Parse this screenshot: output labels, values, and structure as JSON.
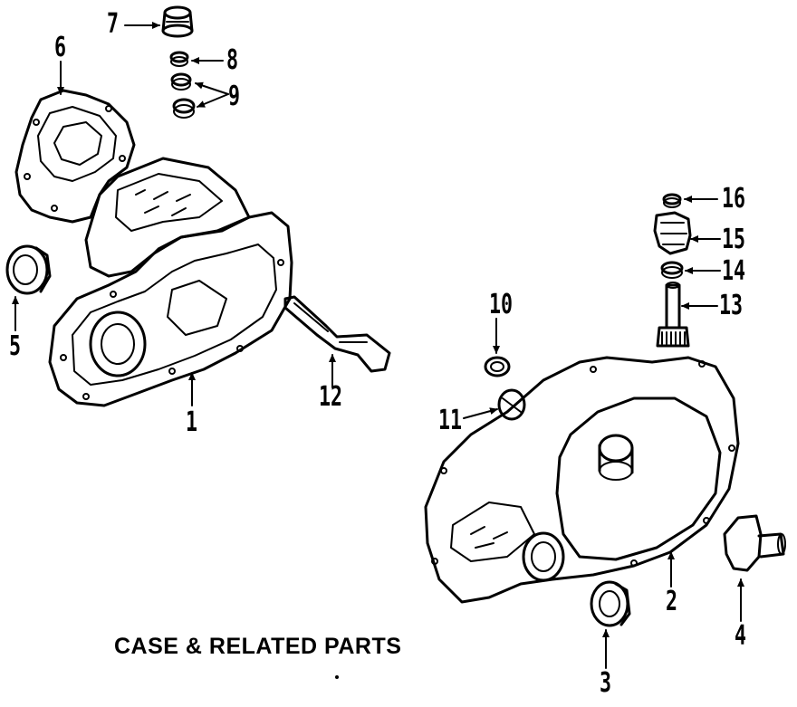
{
  "caption": "CASE & RELATED PARTS",
  "callouts": {
    "c1": "1",
    "c2": "2",
    "c3": "3",
    "c4": "4",
    "c5": "5",
    "c6": "6",
    "c7": "7",
    "c8": "8",
    "c9": "9",
    "c10": "10",
    "c11": "11",
    "c12": "12",
    "c13": "13",
    "c14": "14",
    "c15": "15",
    "c16": "16"
  }
}
